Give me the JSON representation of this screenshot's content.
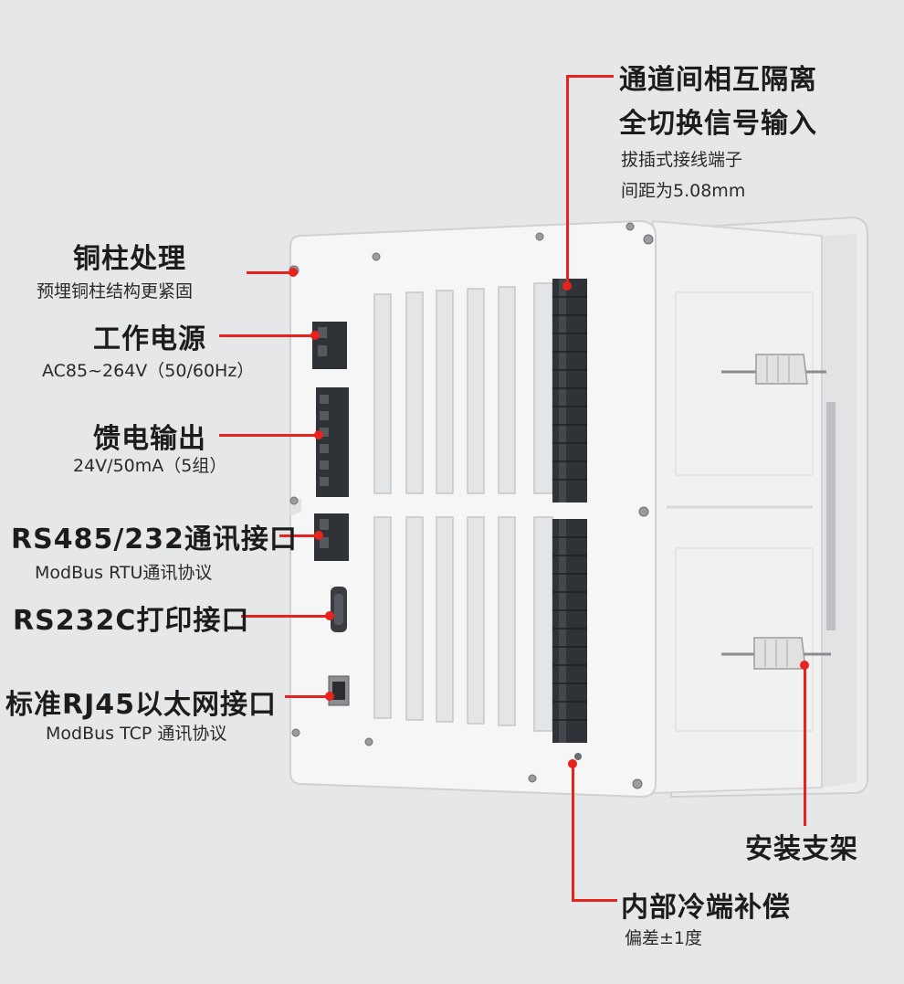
{
  "callouts": {
    "channel_isolation": {
      "title_line1": "通道间相互隔离",
      "title_line2": "全切换信号输入",
      "sub_line1": "拔插式接线端子",
      "sub_line2": "间距为5.08mm"
    },
    "copper_post": {
      "title": "铜柱处理",
      "sub": "预埋铜柱结构更紧固"
    },
    "power": {
      "title": "工作电源",
      "sub": "AC85~264V（50/60Hz）"
    },
    "feed": {
      "title": "馈电输出",
      "sub": "24V/50mA（5组）"
    },
    "rs485": {
      "title": "RS485/232通讯接口",
      "sub": "ModBus RTU通讯协议"
    },
    "rs232c": {
      "title": "RS232C打印接口"
    },
    "rj45": {
      "title": "标准RJ45以太网接口",
      "sub": "ModBus TCP 通讯协议"
    },
    "bracket": {
      "title": "安装支架"
    },
    "cold_junction": {
      "title": "内部冷端补偿",
      "sub": "偏差±1度"
    }
  },
  "colors": {
    "accent": "#e8221d",
    "background": "#e6e7e9",
    "panel": "#f5f5f6",
    "terminal": "#2f3236"
  }
}
